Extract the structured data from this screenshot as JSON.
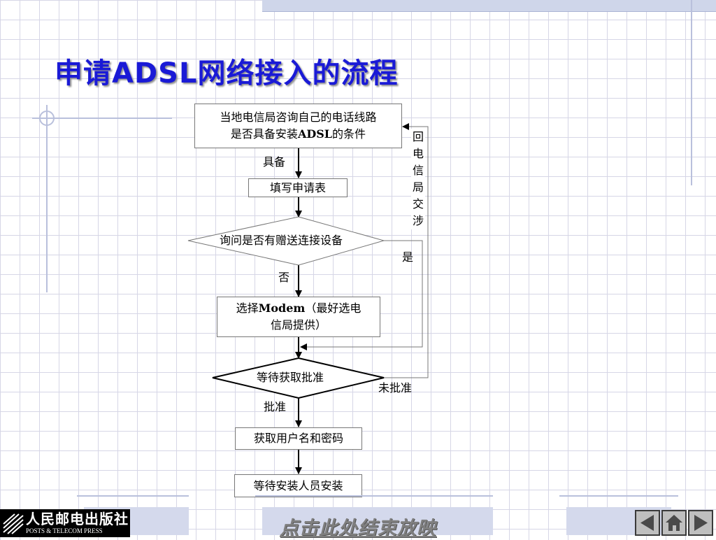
{
  "title": "申请ADSL网络接入的流程",
  "flow": {
    "check_line": "当地电信局咨询自己的电话线路是否具备安装ADSL的条件",
    "check_line_parts": [
      "当地电信局咨询自己的电话线路",
      "是否具备安装",
      "ADSL",
      "的条件"
    ],
    "fill_form": "填写申请表",
    "ask_gift": "询问是否有赠送连接设备",
    "choose_modem_parts": [
      "选择",
      "Modem",
      "（最好选电信局提供）"
    ],
    "wait_approval": "等待获取批准",
    "get_account": "获取用户名和密码",
    "wait_install": "等待安装人员安装"
  },
  "labels": {
    "qualified": "具备",
    "yes": "是",
    "no": "否",
    "approved": "批准",
    "not_approved": "未批准",
    "negotiate": "回电信局交涉"
  },
  "publisher": {
    "name_cn": "人民邮电出版社",
    "name_en": "POSTS & TELECOM PRESS"
  },
  "footer": {
    "end_show": "点击此处结束放映",
    "nav_icons": [
      "prev-icon",
      "home-icon",
      "next-icon"
    ]
  },
  "colors": {
    "title": "#1a1ad6",
    "grid": "#d6d6e6",
    "nav_button": "#bfbfbf"
  }
}
